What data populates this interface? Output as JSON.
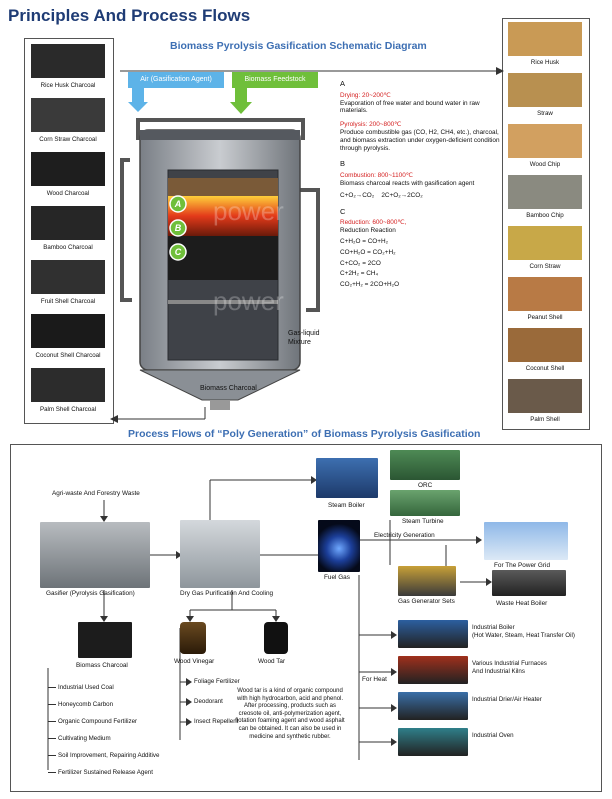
{
  "page_title": "Principles And Process Flows",
  "schematic": {
    "title": "Biomass Pyrolysis Gasification Schematic Diagram",
    "air_tag": "Air (Gasification Agent)",
    "feedstock_tag": "Biomass Feedstock",
    "zone_a": "A",
    "zone_b": "B",
    "zone_c": "C",
    "watermark_1": "power",
    "watermark_2": "power",
    "gas_liquid": "Gas-liquid\nMixture",
    "charcoal_out": "Biomass Charcoal",
    "A": {
      "head": "A",
      "drying": "Drying: 20~200℃",
      "drying_text": "Evaporation of free water and bound water in raw materials.",
      "pyrolysis": "Pyrolysis: 200~800℃",
      "pyrolysis_text": "Produce combustible gas (CO, H2, CH4, etc.), charcoal, and biomass extraction under oxygen-deficient condition through pyrolysis."
    },
    "B": {
      "head": "B",
      "combustion": "Combustion: 800~1100℃",
      "combustion_text": "Biomass charcoal reacts with gasification agent",
      "eq1": "C+O₂→CO₂    2C+O₂→2CO₂"
    },
    "C": {
      "head": "C",
      "reduction": "Reduction: 600~800℃,",
      "reduction_sub": "Reduction Reaction",
      "eqs": [
        "C+H₂O = CO+H₂",
        "CO+H₂O = CO₂+H₂",
        "C+CO₂ = 2CO",
        "C+2H₂ = CH₄",
        "CO₂+H₂ = 2CO+H₂O"
      ]
    }
  },
  "left_charcoals": [
    {
      "label": "Rice Husk Charcoal",
      "color": "#2a2a2a"
    },
    {
      "label": "Corn Straw Charcoal",
      "color": "#3a3a3a"
    },
    {
      "label": "Wood Charcoal",
      "color": "#1e1e1e"
    },
    {
      "label": "Bamboo Charcoal",
      "color": "#262626"
    },
    {
      "label": "Fruit Shell Charcoal",
      "color": "#303030"
    },
    {
      "label": "Coconut Shell Charcoal",
      "color": "#1a1a1a"
    },
    {
      "label": "Palm Shell Charcoal",
      "color": "#2c2c2c"
    }
  ],
  "right_feedstocks": [
    {
      "label": "Rice Husk",
      "color": "#c99a55"
    },
    {
      "label": "Straw",
      "color": "#b89050"
    },
    {
      "label": "Wood Chip",
      "color": "#d2a060"
    },
    {
      "label": "Bamboo Chip",
      "color": "#8a8a80"
    },
    {
      "label": "Corn Straw",
      "color": "#c8a848"
    },
    {
      "label": "Peanut Shell",
      "color": "#b87a45"
    },
    {
      "label": "Coconut Shell",
      "color": "#9a6a3a"
    },
    {
      "label": "Palm Shell",
      "color": "#6a5a4a"
    }
  ],
  "process": {
    "title": "Process Flows of “Poly Generation” of Biomass Pyrolysis Gasification",
    "agri_waste": "Agri-waste And Forestry Waste",
    "gasifier": "Gasifier (Pyrolysis Gasification)",
    "dry_gas": "Dry Gas Purification And Cooling",
    "fuel_gas": "Fuel Gas",
    "steam_boiler": "Steam Boiler",
    "orc": "ORC",
    "steam_turbine": "Steam Turbine",
    "electricity": "Electricity Generation",
    "power_grid": "For The Power Grid",
    "gas_gen": "Gas Generator Sets",
    "waste_heat": "Waste Heat Boiler",
    "for_heat": "For Heat",
    "biomass_charcoal": "Biomass Charcoal",
    "wood_vinegar": "Wood Vinegar",
    "wood_tar": "Wood Tar",
    "charcoal_uses": [
      "Industrial Used Coal",
      "Honeycomb Carbon",
      "Organic Compound Fertilizer",
      "Cultivating Medium",
      "Soil Improvement, Repairing Additive",
      "Fertilizer Sustained Release Agent"
    ],
    "vinegar_uses": [
      "Foliage Fertilizer",
      "Deodorant",
      "Insect Repellent"
    ],
    "tar_text": "Wood tar is a kind of organic compound with high hydrocarbon, acid and phenol. After processing, products such as creosote oil, anti-polymerization agent, flotation foaming agent and wood asphalt can be obtained. It can also be used in medicine and synthetic rubber.",
    "heat_uses": [
      {
        "line1": "Industrial Boiler",
        "line2": "(Hot Water, Steam, Heat Transfer Oil)"
      },
      {
        "line1": "Various Industrial Furnaces",
        "line2": "And Industrial Kilns"
      },
      {
        "line1": "Industrial Drier/Air Heater",
        "line2": ""
      },
      {
        "line1": "Industrial Oven",
        "line2": ""
      }
    ]
  }
}
